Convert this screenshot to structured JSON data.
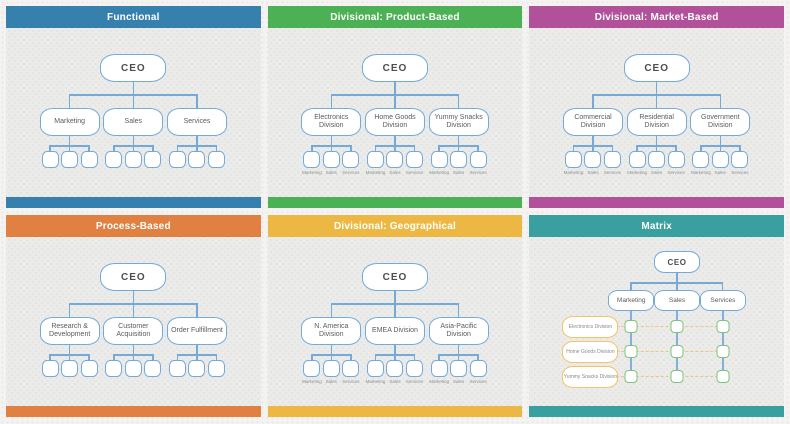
{
  "colors": {
    "functional_accent": "#3580ad",
    "product_accent": "#4cb155",
    "market_accent": "#b1519a",
    "process_accent": "#e08142",
    "geographical_accent": "#ecb843",
    "matrix_accent": "#399f9f",
    "org_shape_stroke": "#74a9d8",
    "matrix_division_stroke": "#f2c46a",
    "matrix_node_stroke": "#7cc37c",
    "matrix_dashed_line": "#e7c87e"
  },
  "panels": [
    {
      "title": "Functional",
      "accent": "#3580ad",
      "root": "CEO",
      "children": [
        "Marketing",
        "Sales",
        "Services"
      ],
      "leaves_per_child": 3
    },
    {
      "title": "Divisional: Product-Based",
      "accent": "#4cb155",
      "root": "CEO",
      "children": [
        "Electronics Division",
        "Home Goods Division",
        "Yummy Snacks Division"
      ],
      "leaf_labels": [
        "Marketing",
        "Sales",
        "Services"
      ],
      "leaves_per_child": 3
    },
    {
      "title": "Divisional: Market-Based",
      "accent": "#b1519a",
      "root": "CEO",
      "children": [
        "Commercial Division",
        "Residential Division",
        "Government Division"
      ],
      "leaf_labels": [
        "Marketing",
        "Sales",
        "Services"
      ],
      "leaves_per_child": 3
    },
    {
      "title": "Process-Based",
      "accent": "#e08142",
      "root": "CEO",
      "children": [
        "Research & Development",
        "Customer Acquisition",
        "Order Fulfillment"
      ],
      "leaves_per_child": 3
    },
    {
      "title": "Divisional: Geographical",
      "accent": "#ecb843",
      "root": "CEO",
      "children": [
        "N. America Division",
        "EMEA Division",
        "Asia-Pacific Division"
      ],
      "leaf_labels": [
        "Marketing",
        "Sales",
        "Services"
      ],
      "leaves_per_child": 3
    },
    {
      "title": "Matrix",
      "accent": "#399f9f",
      "root": "CEO",
      "columns": [
        "Marketing",
        "Sales",
        "Services"
      ],
      "rows": [
        "Electronics Division",
        "Home Goods Division",
        "Yummy Snacks Division"
      ]
    }
  ]
}
